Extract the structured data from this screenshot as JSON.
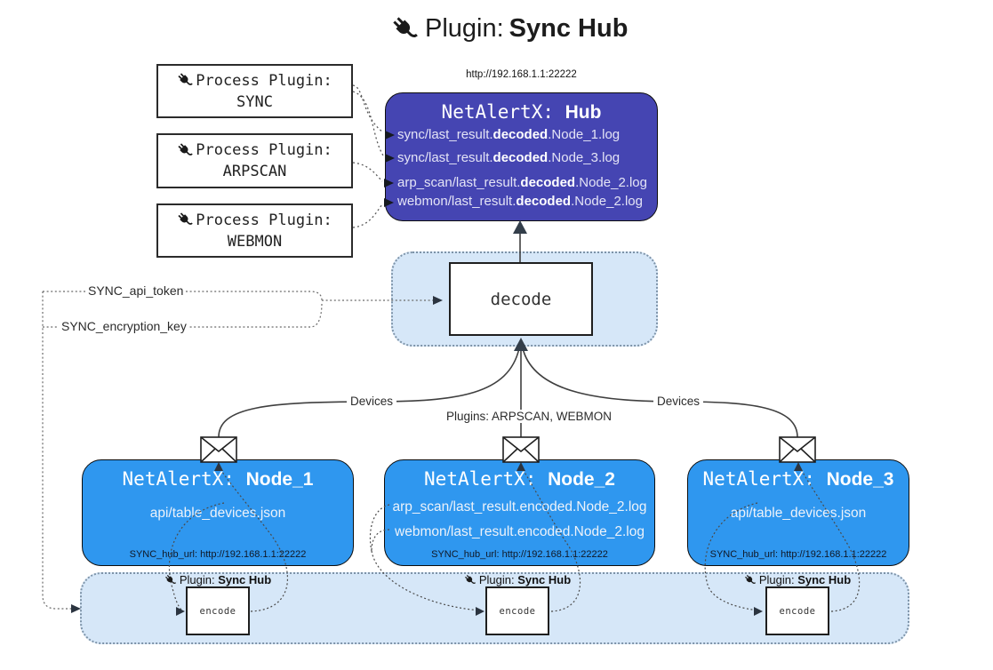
{
  "title": {
    "prefix": "Plugin: ",
    "bold": "Sync Hub"
  },
  "hub": {
    "url": "http://192.168.1.1:22222",
    "title_prefix": "NetAlertX: ",
    "title_bold": "Hub",
    "logs": [
      {
        "pre": "sync/last_result.",
        "bold": "decoded",
        "post": ".Node_1.log"
      },
      {
        "pre": "sync/last_result.",
        "bold": "decoded",
        "post": ".Node_3.log"
      },
      {
        "pre": "arp_scan/last_result.",
        "bold": "decoded",
        "post": ".Node_2.log"
      },
      {
        "pre": "webmon/last_result.",
        "bold": "decoded",
        "post": ".Node_2.log"
      }
    ]
  },
  "process_plugins": [
    {
      "label": "Process Plugin:",
      "name": "SYNC"
    },
    {
      "label": "Process Plugin:",
      "name": "ARPSCAN"
    },
    {
      "label": "Process Plugin:",
      "name": "WEBMON"
    }
  ],
  "decode_label": "decode",
  "edge_labels": {
    "api_token": "SYNC_api_token",
    "encryption_key": "SYNC_encryption_key",
    "devices_left": "Devices",
    "devices_right": "Devices",
    "plugins_center": "Plugins: ARPSCAN, WEBMON"
  },
  "nodes": [
    {
      "title_prefix": "NetAlertX: ",
      "title_bold": "Node_1",
      "files": [
        "api/table_devices.json"
      ],
      "hub_url": "SYNC_hub_url: http://192.168.1.1:22222"
    },
    {
      "title_prefix": "NetAlertX: ",
      "title_bold": "Node_2",
      "files": [
        "arp_scan/last_result.encoded.Node_2.log",
        "webmon/last_result.encoded.Node_2.log"
      ],
      "hub_url": "SYNC_hub_url: http://192.168.1.1:22222"
    },
    {
      "title_prefix": "NetAlertX: ",
      "title_bold": "Node_3",
      "files": [
        "api/table_devices.json"
      ],
      "hub_url": "SYNC_hub_url: http://192.168.1.1:22222"
    }
  ],
  "encode_plugins": [
    {
      "label_prefix": "Plugin: ",
      "label_bold": "Sync Hub",
      "box_label": "encode"
    },
    {
      "label_prefix": "Plugin: ",
      "label_bold": "Sync Hub",
      "box_label": "encode"
    },
    {
      "label_prefix": "Plugin: ",
      "label_bold": "Sync Hub",
      "box_label": "encode"
    }
  ],
  "colors": {
    "hub_fill": "#4545b2",
    "node_fill": "#2f97ef",
    "container_fill": "#d6e7f8",
    "container_border": "#7d93a8",
    "line": "#3f3f3f",
    "arrow_dark": "#333e4a"
  }
}
